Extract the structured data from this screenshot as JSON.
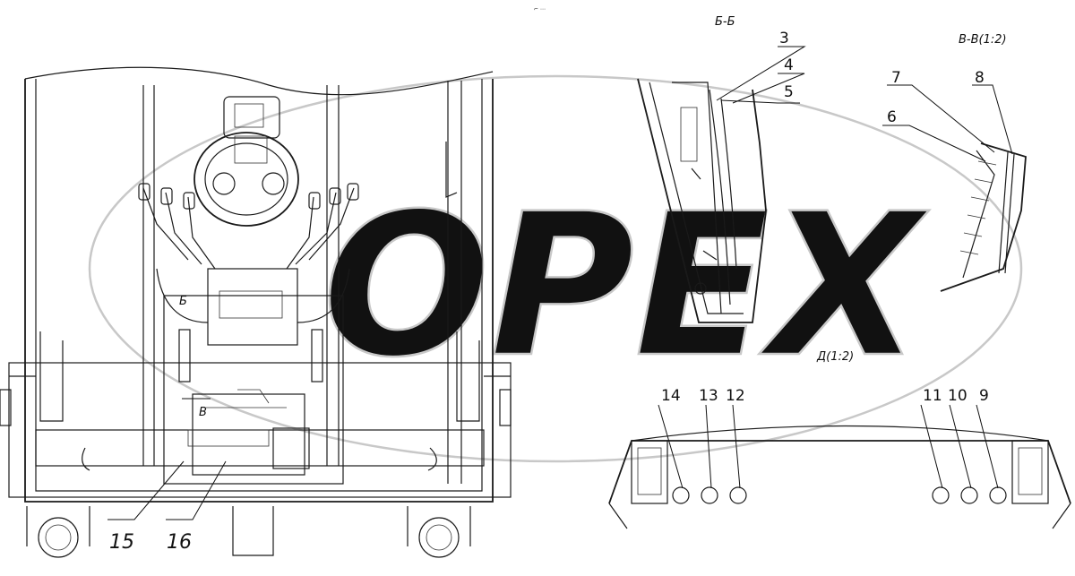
{
  "view_labels": {
    "section_bb": "Б-Б",
    "section_vv": "В-В(1:2)",
    "detail_d": "Д(1:2)",
    "marker_b1": "Б",
    "marker_b2": "В"
  },
  "callouts": [
    "3",
    "4",
    "5",
    "6",
    "7",
    "8",
    "9",
    "10",
    "11",
    "12",
    "13",
    "14",
    "15",
    "16"
  ],
  "watermark": "OPEX"
}
